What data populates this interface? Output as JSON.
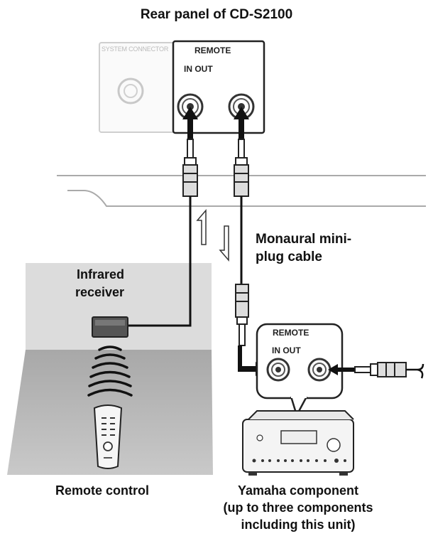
{
  "title": "Rear panel of CD-S2100",
  "rear_panel": {
    "system_connector_label": "SYSTEM CONNECTOR",
    "remote_label": "REMOTE",
    "in_out_label": "IN OUT"
  },
  "cable_label_line1": "Monaural mini-",
  "cable_label_line2": "plug cable",
  "infrared_label_line1": "Infrared",
  "infrared_label_line2": "receiver",
  "component_panel": {
    "remote_label": "REMOTE",
    "in_out_label": "IN OUT"
  },
  "remote_control_label": "Remote control",
  "yamaha_label_line1": "Yamaha component",
  "yamaha_label_line2": "(up to three components",
  "yamaha_label_line3": "including this unit)"
}
